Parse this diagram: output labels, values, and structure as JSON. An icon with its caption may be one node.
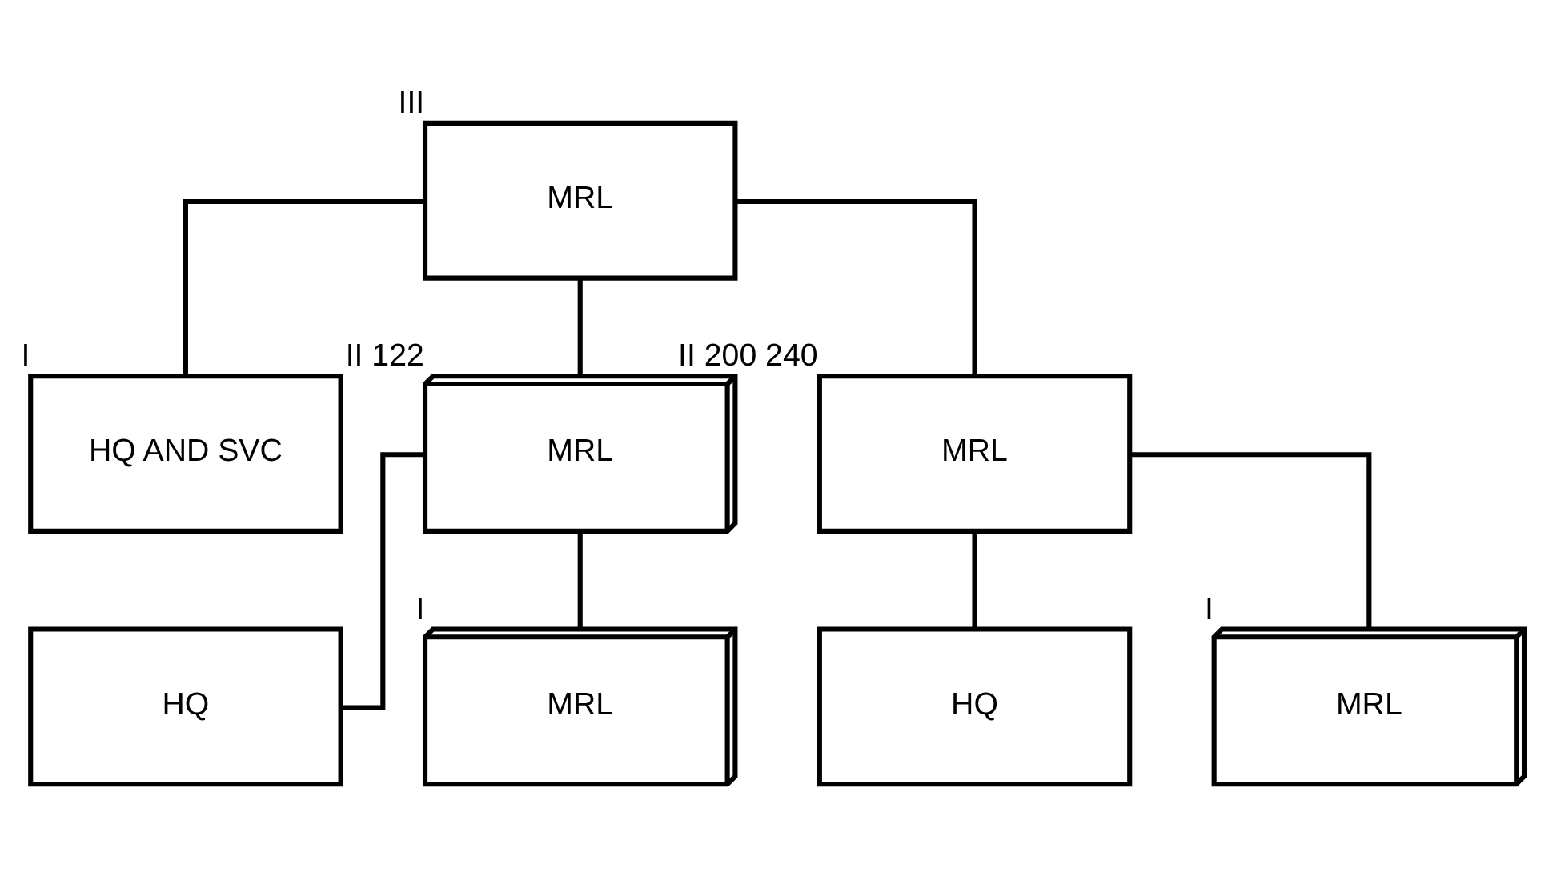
{
  "diagram": {
    "nodes": [
      {
        "text": [
          "MRL"
        ],
        "beside": [
          "III"
        ]
      },
      {
        "text": [
          "HQ AND SVC"
        ],
        "beside": [
          "I"
        ]
      },
      {
        "text": [
          "MRL"
        ],
        "beside": [
          "II",
          "122"
        ]
      },
      {
        "text": [
          "MRL"
        ],
        "beside": [
          "II",
          "200 240"
        ]
      },
      {
        "text": [
          "HQ"
        ]
      },
      {
        "text": [
          "MRL"
        ],
        "beside": [
          "I"
        ]
      },
      {
        "text": [
          "HQ"
        ]
      },
      {
        "text": [
          "MRL"
        ],
        "beside": [
          "I"
        ]
      }
    ],
    "edges": [
      {
        "from": 0,
        "to": 1,
        "arrow": "none"
      },
      {
        "from": 0,
        "to": 2,
        "arrow": "none"
      },
      {
        "from": 0,
        "to": 3,
        "arrow": "none"
      },
      {
        "from": 2,
        "to": 4,
        "arrow": "none"
      },
      {
        "from": 2,
        "to": 5,
        "arrow": "none"
      },
      {
        "from": 3,
        "to": 6,
        "arrow": "none"
      },
      {
        "from": 3,
        "to": 7,
        "arrow": "none"
      }
    ]
  }
}
